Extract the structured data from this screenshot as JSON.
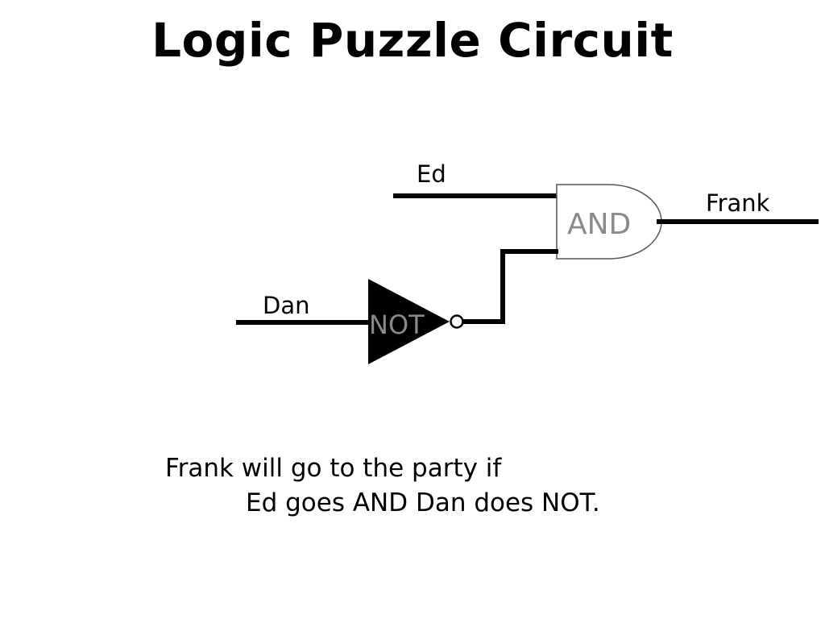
{
  "slide": {
    "title": "Logic Puzzle Circuit"
  },
  "diagram": {
    "inputs": [
      {
        "label": "Ed"
      },
      {
        "label": "Dan"
      }
    ],
    "output": {
      "label": "Frank"
    },
    "gates": {
      "and_label": "AND",
      "not_label": "NOT"
    }
  },
  "caption": {
    "line1": "Frank will go to the party if",
    "line2": "Ed goes AND Dan does NOT."
  },
  "colors": {
    "wire": "#000000",
    "gate_outline": "#555555",
    "not_fill": "#000000",
    "gate_text": "#8a8a8a"
  }
}
